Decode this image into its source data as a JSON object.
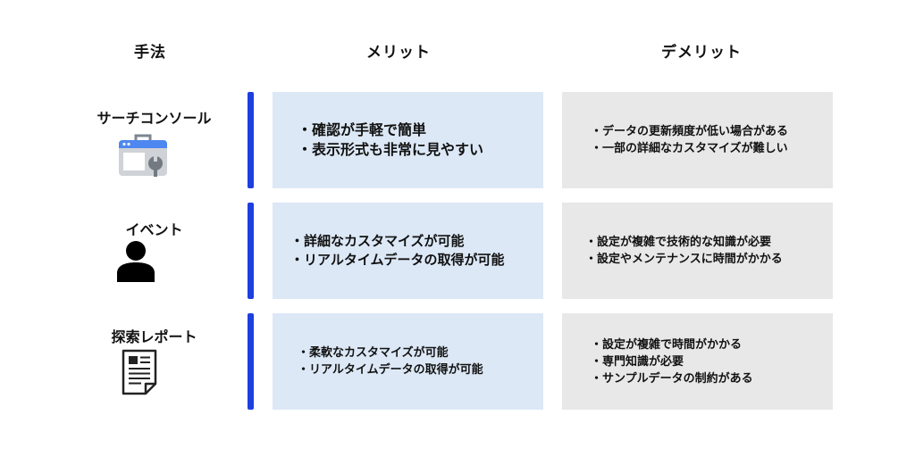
{
  "headers": {
    "method": "手法",
    "merit": "メリット",
    "demerit": "デメリット"
  },
  "rows": [
    {
      "method": "サーチコンソール",
      "icon": "search-console-toolbox-icon",
      "merits": [
        "・確認が手軽で簡単",
        "・表示形式も非常に見やすい"
      ],
      "demerits": [
        "・データの更新頻度が低い場合がある",
        "・一部の詳細なカスタマイズが難しい"
      ]
    },
    {
      "method": "イベント",
      "icon": "person-icon",
      "merits": [
        "・詳細なカスタマイズが可能",
        "・リアルタイムデータの取得が可能"
      ],
      "demerits": [
        "・設定が複雑で技術的な知識が必要",
        "・設定やメンテナンスに時間がかかる"
      ]
    },
    {
      "method": "探索レポート",
      "icon": "report-document-icon",
      "merits": [
        "・柔軟なカスタマイズが可能",
        "・リアルタイムデータの取得が可能"
      ],
      "demerits": [
        "・設定が複雑で時間がかかる",
        "・専門知識が必要",
        "・サンプルデータの制約がある"
      ]
    }
  ],
  "colors": {
    "accent_bar": "#1d3fe0",
    "merit_bg": "#dce8f6",
    "demerit_bg": "#e8e8e8"
  }
}
